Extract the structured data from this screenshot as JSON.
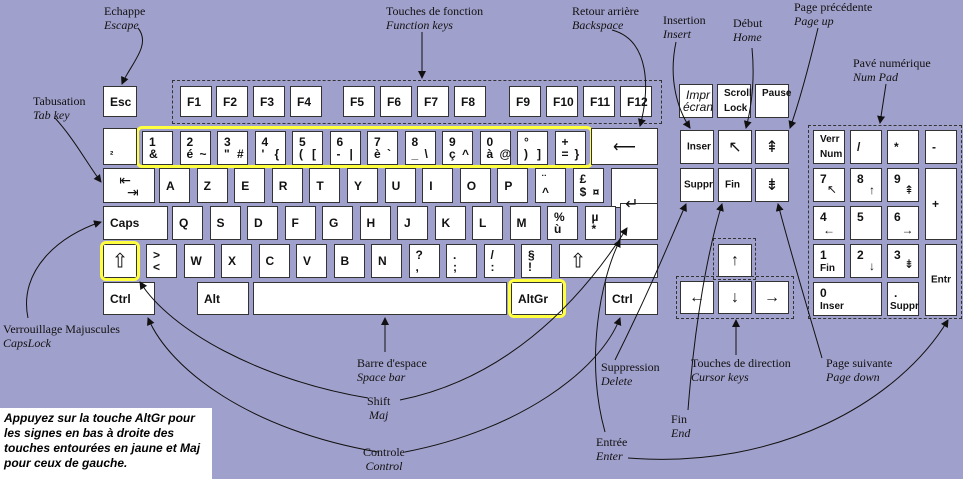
{
  "function_row": {
    "esc": "Esc",
    "f": [
      "F1",
      "F2",
      "F3",
      "F4",
      "F5",
      "F6",
      "F7",
      "F8",
      "F9",
      "F10",
      "F11",
      "F12"
    ]
  },
  "row1": {
    "sup2": "²",
    "keys": [
      {
        "tl": "1",
        "bl": "&"
      },
      {
        "tl": "2",
        "bl": "é",
        "br": "~"
      },
      {
        "tl": "3",
        "bl": "\"",
        "br": "#"
      },
      {
        "tl": "4",
        "bl": "'",
        "br": "{"
      },
      {
        "tl": "5",
        "bl": "(",
        "br": "["
      },
      {
        "tl": "6",
        "bl": "-",
        "br": "|"
      },
      {
        "tl": "7",
        "bl": "è",
        "br": "`"
      },
      {
        "tl": "8",
        "bl": "_",
        "br": "\\"
      },
      {
        "tl": "9",
        "bl": "ç",
        "br": "^"
      },
      {
        "tl": "0",
        "bl": "à",
        "br": "@"
      },
      {
        "tl": "°",
        "bl": ")",
        "br": "]"
      },
      {
        "tl": "+",
        "bl": "=",
        "br": "}"
      }
    ],
    "backspace_icon": "backspace-arrow-icon"
  },
  "row2": {
    "tab_icon": "tab-arrows-icon",
    "keys": [
      {
        "c": "A"
      },
      {
        "c": "Z"
      },
      {
        "c": "E"
      },
      {
        "c": "R"
      },
      {
        "c": "T"
      },
      {
        "c": "Y"
      },
      {
        "c": "U"
      },
      {
        "c": "I"
      },
      {
        "c": "O"
      },
      {
        "c": "P"
      },
      {
        "tl": "¨",
        "bl": "^"
      },
      {
        "tl": "£",
        "bl": "$",
        "br": "¤"
      }
    ],
    "enter_icon": "enter-arrow-icon"
  },
  "row3": {
    "caps": "Caps",
    "keys": [
      {
        "c": "Q"
      },
      {
        "c": "S"
      },
      {
        "c": "D"
      },
      {
        "c": "F"
      },
      {
        "c": "G"
      },
      {
        "c": "H"
      },
      {
        "c": "J"
      },
      {
        "c": "K"
      },
      {
        "c": "L"
      },
      {
        "c": "M"
      },
      {
        "tl": "%",
        "bl": "ù"
      },
      {
        "tl": "µ",
        "bl": "*"
      }
    ]
  },
  "row4": {
    "shift_icon": "shift-arrow-icon",
    "keys": [
      {
        "tl": ">",
        "bl": "<"
      },
      {
        "c": "W"
      },
      {
        "c": "X"
      },
      {
        "c": "C"
      },
      {
        "c": "V"
      },
      {
        "c": "B"
      },
      {
        "c": "N"
      },
      {
        "tl": "?",
        "bl": ","
      },
      {
        "tl": ".",
        "bl": ";"
      },
      {
        "tl": "/",
        "bl": ":"
      },
      {
        "tl": "§",
        "bl": "!"
      }
    ]
  },
  "row5": {
    "ctrl": "Ctrl",
    "alt": "Alt",
    "altgr": "AltGr"
  },
  "nav": {
    "impr": [
      "Impr",
      "écran"
    ],
    "scroll": [
      "Scroll",
      "Lock"
    ],
    "pause": "Pause",
    "inser": "Inser",
    "suppr": "Suppr",
    "fin": "Fin"
  },
  "numpad": {
    "verr": [
      "Verr",
      "Num"
    ],
    "div": "/",
    "mul": "*",
    "minus": "-",
    "plus": "+",
    "entr": "Entr",
    "n7": "7",
    "n8": "8",
    "n9": "9",
    "n4": "4",
    "n5": "5",
    "n6": "6",
    "n1": [
      "1",
      "Fin"
    ],
    "n2": "2",
    "n3": "3",
    "n0": [
      "0",
      "Inser"
    ],
    "dot": [
      ".",
      "Suppr"
    ]
  },
  "annotations": [
    {
      "fr": "Echappe",
      "en": "Escape"
    },
    {
      "fr": "Touches de fonction",
      "en": "Function keys"
    },
    {
      "fr": "Retour arrière",
      "en": "Backspace"
    },
    {
      "fr": "Insertion",
      "en": "Insert"
    },
    {
      "fr": "Début",
      "en": "Home"
    },
    {
      "fr": "Page précédente",
      "en": "Page up"
    },
    {
      "fr": "Pavé numérique",
      "en": "Num Pad"
    },
    {
      "fr": "Tabusation",
      "en": "Tab key"
    },
    {
      "fr": "Verrouillage Majuscules",
      "en": "CapsLock"
    },
    {
      "fr": "Barre d'espace",
      "en": "Space bar"
    },
    {
      "fr": "Shift",
      "en": "Maj"
    },
    {
      "fr": "Controle",
      "en": "Control"
    },
    {
      "fr": "Suppression",
      "en": "Delete"
    },
    {
      "fr": "Entrée",
      "en": "Enter"
    },
    {
      "fr": "Fin",
      "en": "End"
    },
    {
      "fr": "Touches de direction",
      "en": "Cursor keys"
    },
    {
      "fr": "Page suivante",
      "en": "Page down"
    }
  ],
  "note": "Appuyez sur la touche AltGr pour les signes en bas à droite des touches entourées en jaune et Maj pour ceux de gauche."
}
